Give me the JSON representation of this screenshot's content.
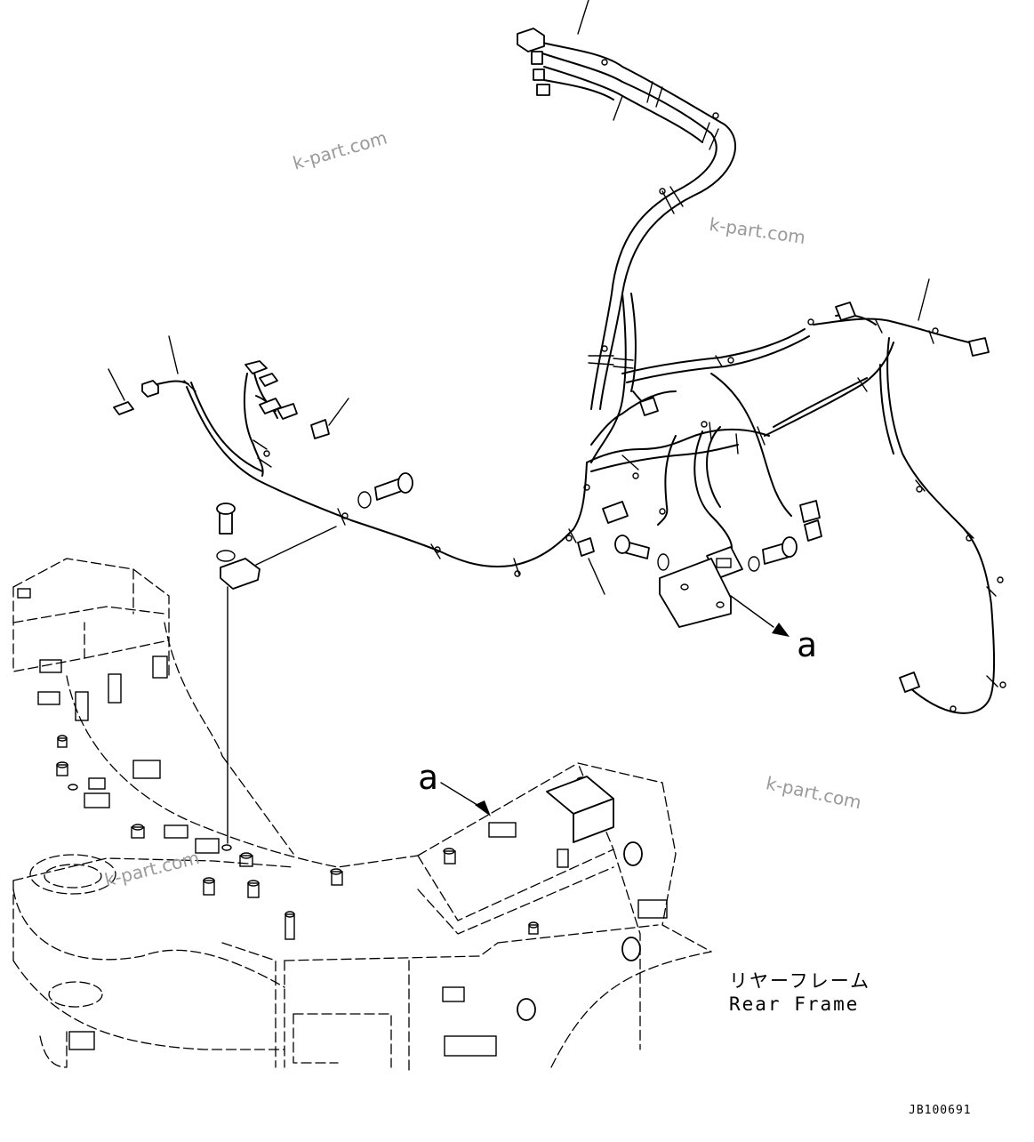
{
  "callout_letter": "a",
  "rear_frame": {
    "jp": "リヤーフレーム",
    "en": "Rear Frame"
  },
  "drawing_code": "JB100691",
  "watermark": "k-part.com"
}
